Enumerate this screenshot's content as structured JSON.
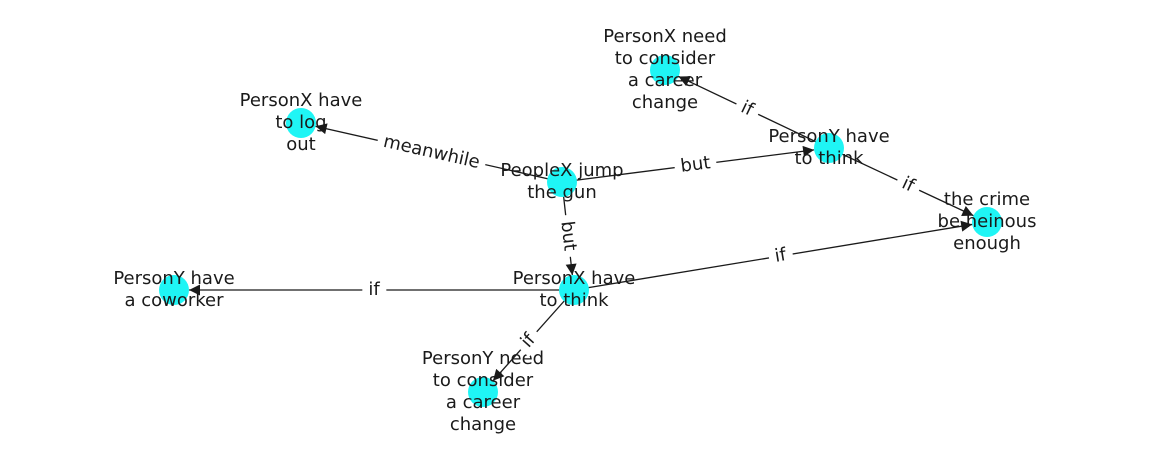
{
  "graph": {
    "node_color": "#1ff5f5",
    "edge_color": "#1a1a1a",
    "nodes": [
      {
        "id": "n_careerX",
        "label": [
          "PersonX need",
          "to consider",
          "a career",
          "change"
        ]
      },
      {
        "id": "n_logout",
        "label": [
          "PersonX have",
          "to log",
          "out"
        ]
      },
      {
        "id": "n_thinkY",
        "label": [
          "PersonY have",
          "to think"
        ]
      },
      {
        "id": "n_jump",
        "label": [
          "PeopleX jump",
          "the gun"
        ]
      },
      {
        "id": "n_crime",
        "label": [
          "the crime",
          "be heinous",
          "enough"
        ]
      },
      {
        "id": "n_coworker",
        "label": [
          "PersonY have",
          "a coworker"
        ]
      },
      {
        "id": "n_thinkX",
        "label": [
          "PersonX have",
          "to think"
        ]
      },
      {
        "id": "n_careerY",
        "label": [
          "PersonY need",
          "to consider",
          "a career",
          "change"
        ]
      }
    ],
    "edges": [
      {
        "source": "n_jump",
        "target": "n_logout",
        "label": "meanwhile"
      },
      {
        "source": "n_jump",
        "target": "n_thinkY",
        "label": "but"
      },
      {
        "source": "n_jump",
        "target": "n_thinkX",
        "label": "but"
      },
      {
        "source": "n_thinkY",
        "target": "n_careerX",
        "label": "if"
      },
      {
        "source": "n_thinkY",
        "target": "n_crime",
        "label": "if"
      },
      {
        "source": "n_thinkX",
        "target": "n_crime",
        "label": "if"
      },
      {
        "source": "n_thinkX",
        "target": "n_coworker",
        "label": "if"
      },
      {
        "source": "n_thinkX",
        "target": "n_careerY",
        "label": "if"
      }
    ]
  }
}
